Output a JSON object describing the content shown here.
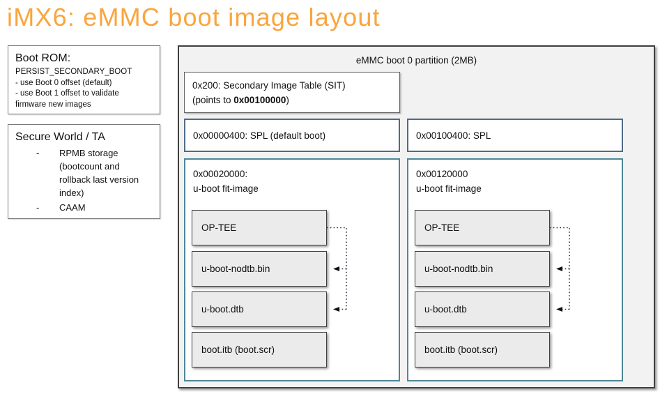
{
  "title": "iMX6: eMMC boot image layout",
  "colors": {
    "title_accent": "#FAA53C",
    "panel_background": "#F2F2F2",
    "panel_border": "#3F3F3F",
    "spl_border": "#4F6A87",
    "fit_border": "#4E8796",
    "component_fill": "#EBEBEB",
    "connector": "#25313F"
  },
  "boot_rom": {
    "heading": "Boot ROM:",
    "lines": [
      "PERSIST_SECONDARY_BOOT",
      "- use Boot 0 offset (default)",
      "- use Boot 1 offset to validate",
      "firmware new images"
    ]
  },
  "secure_world": {
    "heading": "Secure World / TA",
    "bullet_glyph": "-",
    "items": [
      "RPMB storage (bootcount and rollback last version index)",
      "CAAM"
    ]
  },
  "partition": {
    "title": "eMMC boot 0 partition (2MB)",
    "sit": {
      "line1": "0x200: Secondary Image Table (SIT)",
      "line2_prefix": "(points to ",
      "line2_bold": "0x00100000",
      "line2_suffix": ")"
    },
    "columns": [
      {
        "spl": "0x00000400: SPL (default boot)",
        "fit_line1": "0x00020000:",
        "fit_line2": "u-boot fit-image",
        "components": [
          "OP-TEE",
          "u-boot-nodtb.bin",
          "u-boot.dtb",
          "boot.itb (boot.scr)"
        ]
      },
      {
        "spl": "0x00100400: SPL",
        "fit_line1": "0x00120000",
        "fit_line2": "u-boot fit-image",
        "components": [
          "OP-TEE",
          "u-boot-nodtb.bin",
          "u-boot.dtb",
          "boot.itb (boot.scr)"
        ]
      }
    ]
  }
}
